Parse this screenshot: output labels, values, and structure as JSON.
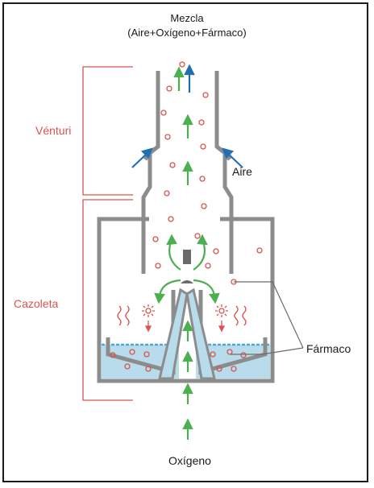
{
  "title_line1": "Mezcla",
  "title_line2": "(Aire+Oxígeno+Fármaco)",
  "labels": {
    "venturi": "Vénturi",
    "cazoleta": "Cazoleta",
    "aire": "Aire",
    "farmaco": "Fármaco",
    "oxigeno": "Oxígeno"
  },
  "colors": {
    "wall": "#8c8c8c",
    "bracket": "#d9534f",
    "flow_arrow": "#4caf50",
    "air_arrow": "#1f6fb2",
    "liquid": "#b8dceb",
    "liquid_surface": "#4ea8cf",
    "particle": "#d9534f",
    "heat": "#d9534f"
  }
}
